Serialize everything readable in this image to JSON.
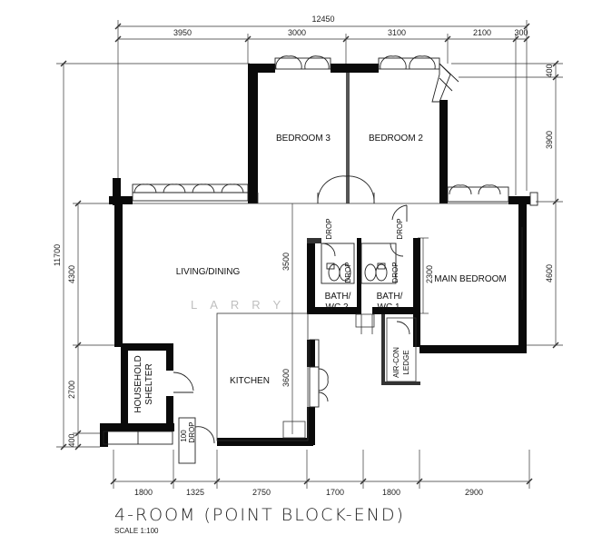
{
  "title": "4-ROOM (POINT BLOCK-END)",
  "scale": "SCALE  1:100",
  "watermark": "LARRY",
  "dimensions": {
    "overall_width": "12450",
    "overall_height": "11700",
    "top": [
      "3950",
      "3000",
      "3100",
      "2100",
      "300"
    ],
    "bottom": [
      "1800",
      "1325",
      "2750",
      "1700",
      "1800",
      "2900"
    ],
    "left": [
      "4300",
      "2700",
      "400"
    ],
    "right": [
      "400",
      "3900",
      "4600"
    ],
    "interior": [
      "3500",
      "3600",
      "2300"
    ]
  },
  "rooms": {
    "bedroom3": "BEDROOM 3",
    "bedroom2": "BEDROOM 2",
    "living": "LIVING/DINING",
    "main_bedroom": "MAIN BEDROOM",
    "kitchen": "KITCHEN",
    "bath2_line1": "BATH/",
    "bath2_line2": "WC 2",
    "bath1_line1": "BATH/",
    "bath1_line2": "WC 1",
    "aircon_line1": "AIR-CON",
    "aircon_line2": "LEDGE",
    "shelter_line1": "HOUSEHOLD",
    "shelter_line2": "SHELTER"
  },
  "labels": {
    "drop": "DROP",
    "dim_100": "100"
  }
}
